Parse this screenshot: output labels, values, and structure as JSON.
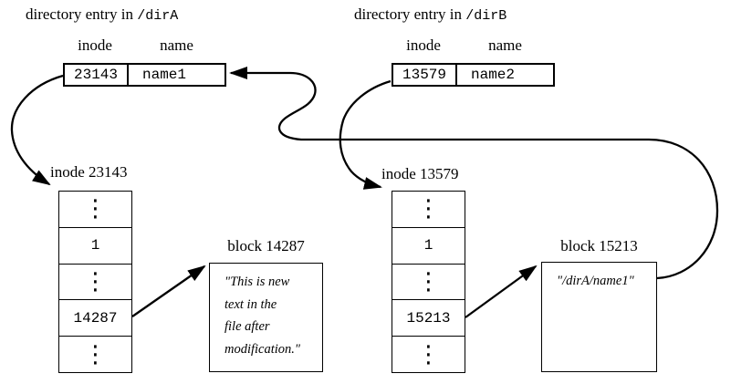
{
  "colors": {
    "ink": "#000000",
    "paper": "#ffffff"
  },
  "dirA": {
    "title_prefix": "directory entry in",
    "title_path": "/dirA",
    "header_inode": "inode",
    "header_name": "name",
    "inode": "23143",
    "name": "name1"
  },
  "dirB": {
    "title_prefix": "directory entry in",
    "title_path": "/dirB",
    "header_inode": "inode",
    "header_name": "name",
    "inode": "13579",
    "name": "name2"
  },
  "inodeA": {
    "label": "inode 23143",
    "cells": [
      "⋮",
      "1",
      "⋮",
      "14287",
      "⋮"
    ]
  },
  "inodeB": {
    "label": "inode 13579",
    "cells": [
      "⋮",
      "1",
      "⋮",
      "15213",
      "⋮"
    ]
  },
  "blockA": {
    "label": "block 14287",
    "lines": [
      "\"This is new",
      "text in the",
      "file after",
      "modification.\""
    ]
  },
  "blockB": {
    "label": "block 15213",
    "lines": [
      "\"/dirA/name1\""
    ]
  }
}
